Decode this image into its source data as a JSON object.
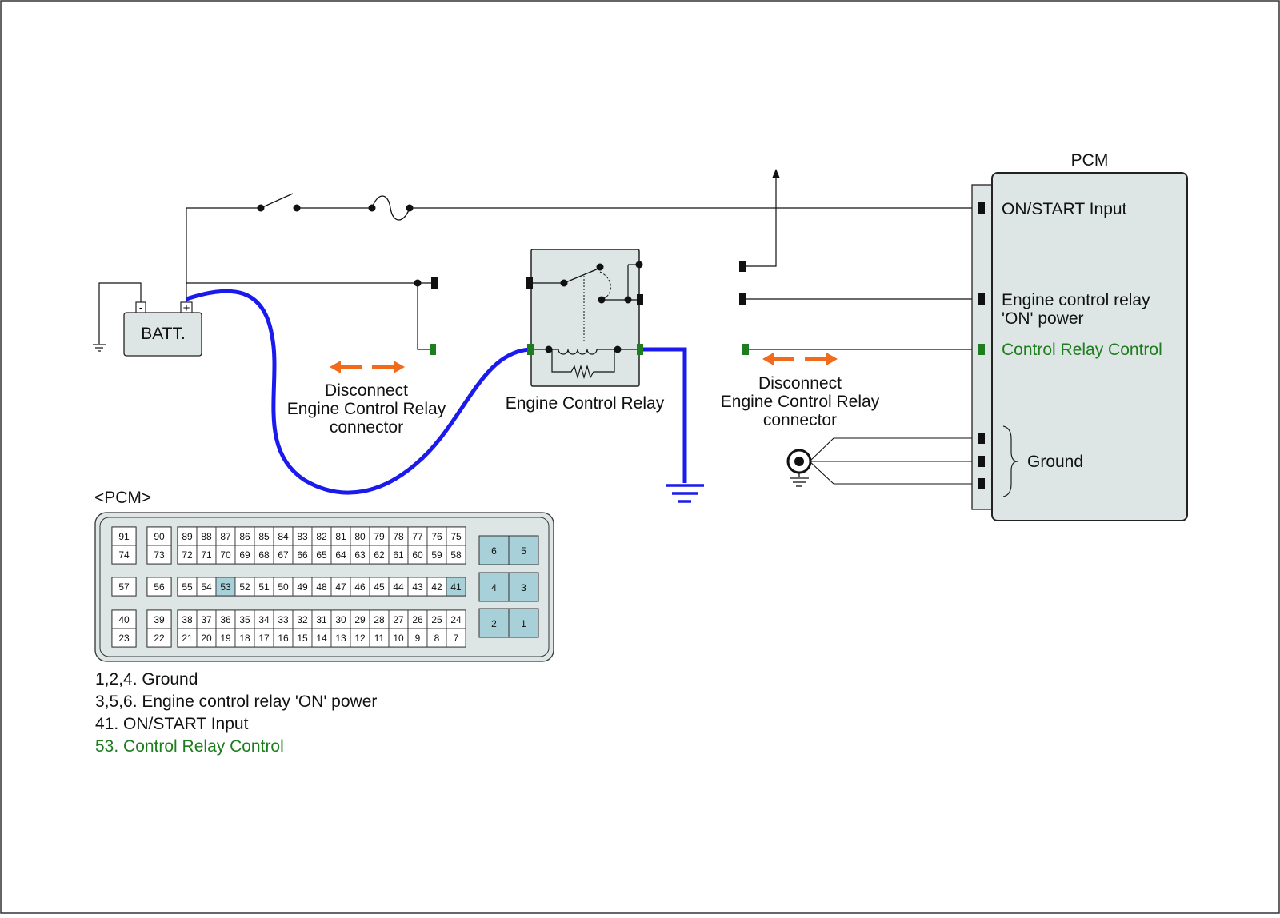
{
  "colors": {
    "wire": "#111111",
    "harness": "#1a1aee",
    "arrow": "#f26a1b",
    "signal": "#1e7d1e",
    "highlight": "#a8d0d8",
    "box": "#dde5e5",
    "border": "#222222"
  },
  "labels": {
    "battery": "BATT.",
    "battery_minus": "-",
    "battery_plus": "+",
    "pcm_title": "PCM",
    "on_start_input": "ON/START Input",
    "relay_power_line1": "Engine control relay",
    "relay_power_line2": "'ON' power",
    "control_relay_control": "Control Relay Control",
    "ground": "Ground",
    "engine_control_relay": "Engine Control Relay",
    "disconnect_left": [
      "Disconnect",
      "Engine Control Relay",
      "connector"
    ],
    "disconnect_right": [
      "Disconnect",
      "Engine Control Relay",
      "connector"
    ],
    "pcm_connector_title": "<PCM>"
  },
  "connector": {
    "rows": [
      [
        91,
        90,
        89,
        88,
        87,
        86,
        85,
        84,
        83,
        82,
        81,
        80,
        79,
        78,
        77,
        76,
        75
      ],
      [
        74,
        73,
        72,
        71,
        70,
        69,
        68,
        67,
        66,
        65,
        64,
        63,
        62,
        61,
        60,
        59,
        58
      ],
      [
        57,
        56,
        55,
        54,
        53,
        52,
        51,
        50,
        49,
        48,
        47,
        46,
        45,
        44,
        43,
        42,
        41
      ],
      [
        40,
        39,
        38,
        37,
        36,
        35,
        34,
        33,
        32,
        31,
        30,
        29,
        28,
        27,
        26,
        25,
        24
      ],
      [
        23,
        22,
        21,
        20,
        19,
        18,
        17,
        16,
        15,
        14,
        13,
        12,
        11,
        10,
        9,
        8,
        7
      ]
    ],
    "big_pins": [
      [
        6,
        5
      ],
      [
        4,
        3
      ],
      [
        2,
        1
      ]
    ],
    "highlighted": [
      53,
      41
    ]
  },
  "legend": [
    {
      "text": "1,2,4. Ground",
      "signal": false
    },
    {
      "text": "3,5,6. Engine control relay 'ON' power",
      "signal": false
    },
    {
      "text": "41. ON/START Input",
      "signal": false
    },
    {
      "text": "53. Control Relay Control",
      "signal": true
    }
  ]
}
